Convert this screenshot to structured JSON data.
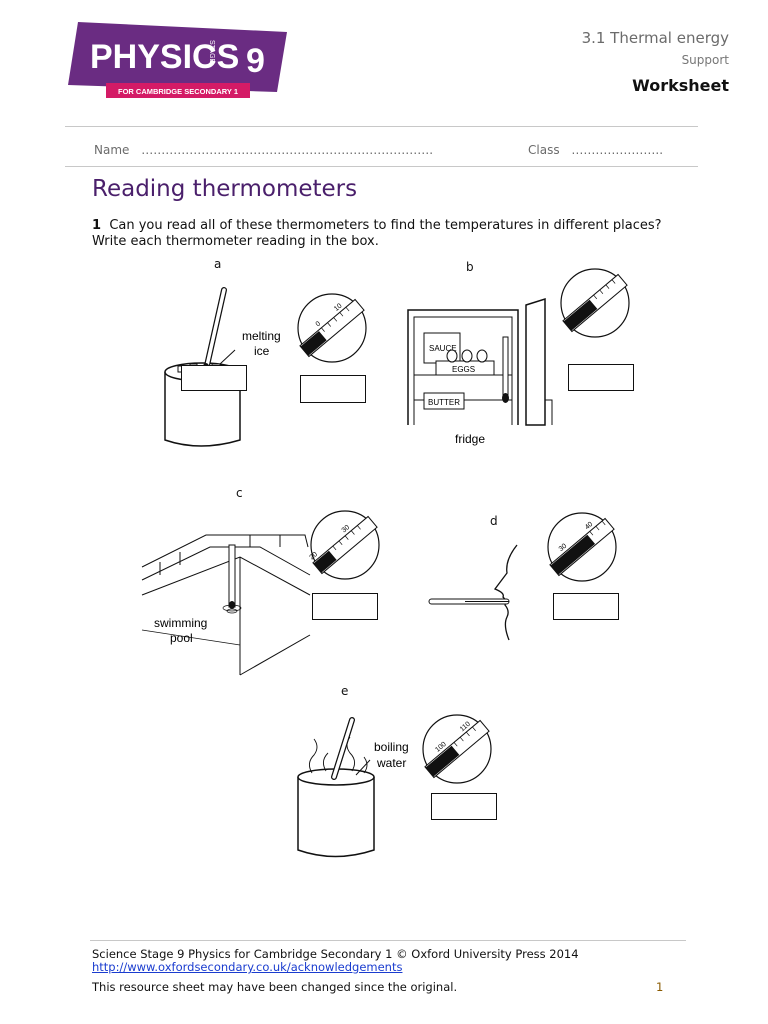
{
  "header": {
    "logo_main": "PHYSICS",
    "logo_stage": "STAGE",
    "logo_num": "9",
    "logo_sub": "FOR CAMBRIDGE SECONDARY 1",
    "topic": "3.1 Thermal energy",
    "level": "Support",
    "doc_type": "Worksheet"
  },
  "fields": {
    "name_label": "Name",
    "name_dots": "……………………………………………………………….",
    "class_label": "Class",
    "class_dots": "………………….."
  },
  "title": "Reading thermometers",
  "question": {
    "number": "1",
    "text_line1": "Can you read all of these thermometers to find the temperatures in different places?",
    "text_line2": "Write each thermometer reading in the box."
  },
  "figures": {
    "a": {
      "letter": "a",
      "caption_1": "melting",
      "caption_2": "ice",
      "scale": [
        "0",
        "10"
      ]
    },
    "b": {
      "letter": "b",
      "sauce": "SAUCE",
      "eggs": "EGGS",
      "butter": "BUTTER",
      "caption": "fridge"
    },
    "c": {
      "letter": "c",
      "caption_1": "swimming",
      "caption_2": "pool",
      "scale": [
        "20",
        "30"
      ]
    },
    "d": {
      "letter": "d",
      "scale": [
        "30",
        "40"
      ]
    },
    "e": {
      "letter": "e",
      "caption_1": "boiling",
      "caption_2": "water",
      "scale": [
        "100",
        "110"
      ]
    }
  },
  "footer": {
    "credit": "Science Stage 9 Physics for Cambridge Secondary 1 © Oxford University Press 2014",
    "link": "http://www.oxfordsecondary.co.uk/acknowledgements",
    "notice": "This resource sheet may have been changed since the original.",
    "page": "1"
  },
  "colors": {
    "brand_purple": "#6a2c82",
    "brand_pink": "#d41b66",
    "title_purple": "#4a1f6b",
    "link_blue": "#1a3ccf"
  }
}
